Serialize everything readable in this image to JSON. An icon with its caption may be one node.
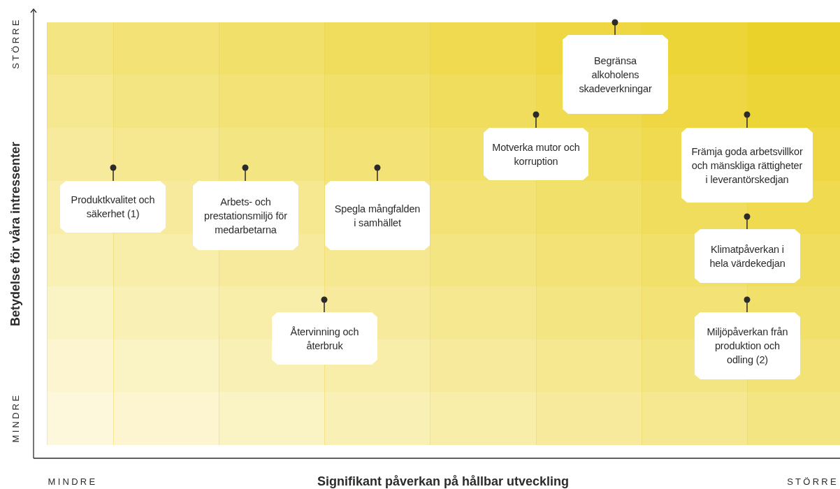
{
  "diagram": {
    "nodes": [
      {
        "text": [
          "Begränsa alkoholens skadeverkningar"
        ]
      },
      {
        "text": [
          "Motverka mutor och korruption"
        ]
      },
      {
        "text": [
          "Främja goda arbetsvillkor och mänskliga rättigheter i leverantörskedjan"
        ]
      },
      {
        "text": [
          "Produktkvalitet och säkerhet (1)"
        ]
      },
      {
        "text": [
          "Arbets- och prestationsmiljö för medarbetarna"
        ]
      },
      {
        "text": [
          "Spegla mångfalden i samhället"
        ]
      },
      {
        "text": [
          "Klimatpåverkan i hela värdekedjan"
        ]
      },
      {
        "text": [
          "Återvinning och återbruk"
        ]
      },
      {
        "text": [
          "Miljöpåverkan från produktion och odling (2)"
        ]
      }
    ],
    "labels": [
      "STÖRRE",
      "Betydelse för våra intressenter",
      "MINDRE",
      "MINDRE",
      "Signifikant påverkan på hållbar utveckling",
      "STÖRRE"
    ]
  }
}
